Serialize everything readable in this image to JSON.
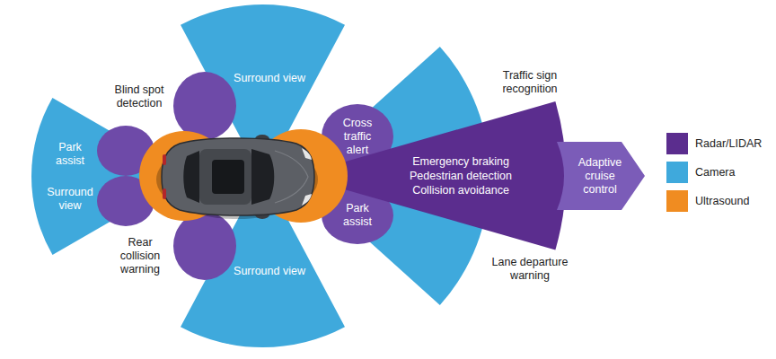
{
  "diagram": {
    "nodes": [
      {
        "text": [
          "Park assist",
          "Surround view"
        ]
      },
      {
        "text": [
          "Surround view"
        ]
      },
      {
        "text": [
          "Surround view"
        ]
      },
      {
        "text": [
          "Cross traffic alert"
        ]
      },
      {
        "text": [
          "Park assist"
        ]
      },
      {
        "text": [
          "Emergency braking",
          "Pedestrian detection",
          "Collision avoidance"
        ]
      },
      {
        "text": [
          "Adaptive cruise control"
        ]
      }
    ],
    "labels": [
      "Blind spot detection",
      "Rear collision warning",
      "Traffic sign recognition",
      "Lane departure warning"
    ],
    "legend": [
      {
        "text": "Radar/LIDAR",
        "color": "#5b2d8e"
      },
      {
        "text": "Camera",
        "color": "#3fa9dc"
      },
      {
        "text": "Ultrasound",
        "color": "#f08c21"
      }
    ]
  }
}
